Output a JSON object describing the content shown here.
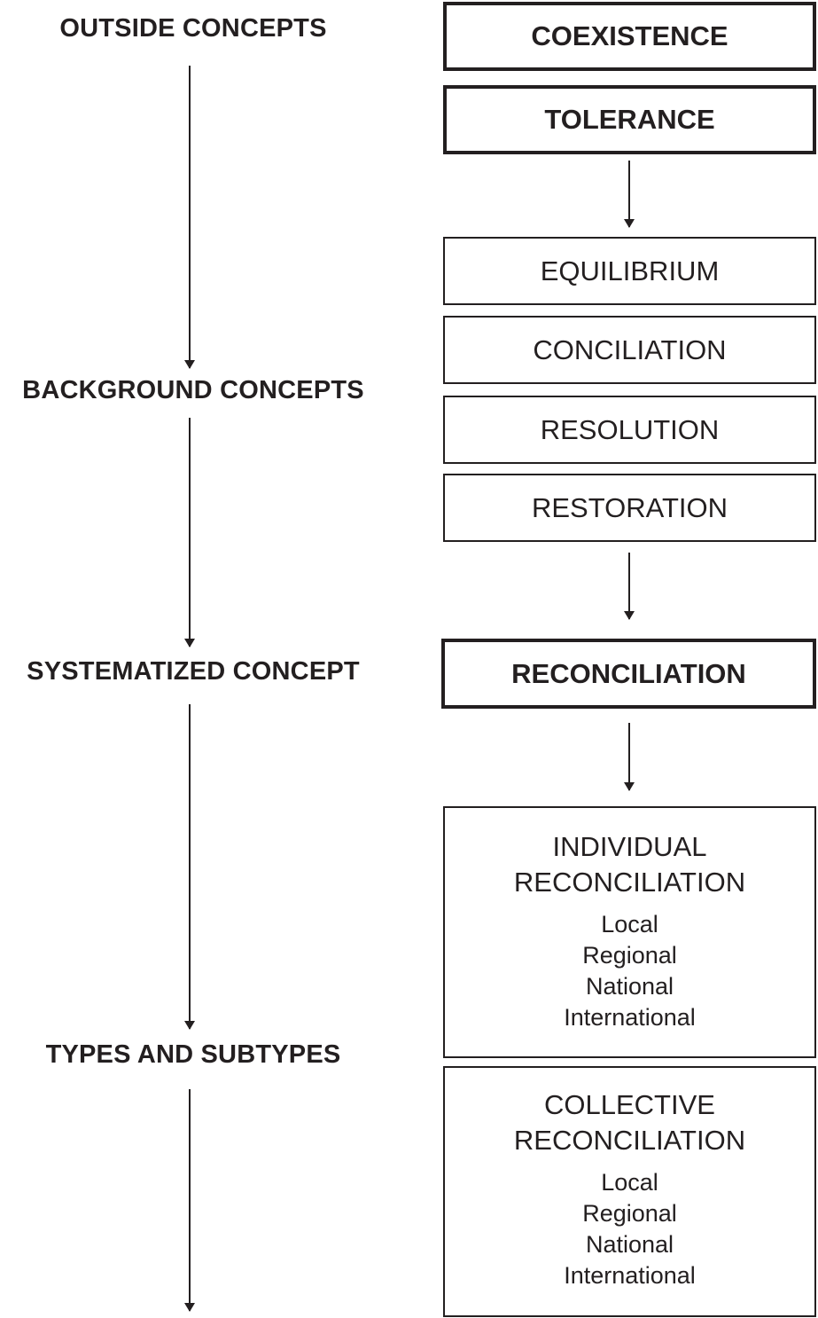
{
  "left_stages": [
    {
      "label": "OUTSIDE CONCEPTS"
    },
    {
      "label": "BACKGROUND CONCEPTS"
    },
    {
      "label": "SYSTEMATIZED CONCEPT"
    },
    {
      "label": "TYPES AND SUBTYPES"
    }
  ],
  "outside_concepts": [
    "COEXISTENCE",
    "TOLERANCE"
  ],
  "background_concepts": [
    "EQUILIBRIUM",
    "CONCILIATION",
    "RESOLUTION",
    "RESTORATION"
  ],
  "systematized_concept": "RECONCILIATION",
  "types": [
    {
      "title_line1": "INDIVIDUAL",
      "title_line2": "RECONCILIATION",
      "subtypes": [
        "Local",
        "Regional",
        "National",
        "International"
      ]
    },
    {
      "title_line1": "COLLECTIVE",
      "title_line2": "RECONCILIATION",
      "subtypes": [
        "Local",
        "Regional",
        "National",
        "International"
      ]
    }
  ]
}
